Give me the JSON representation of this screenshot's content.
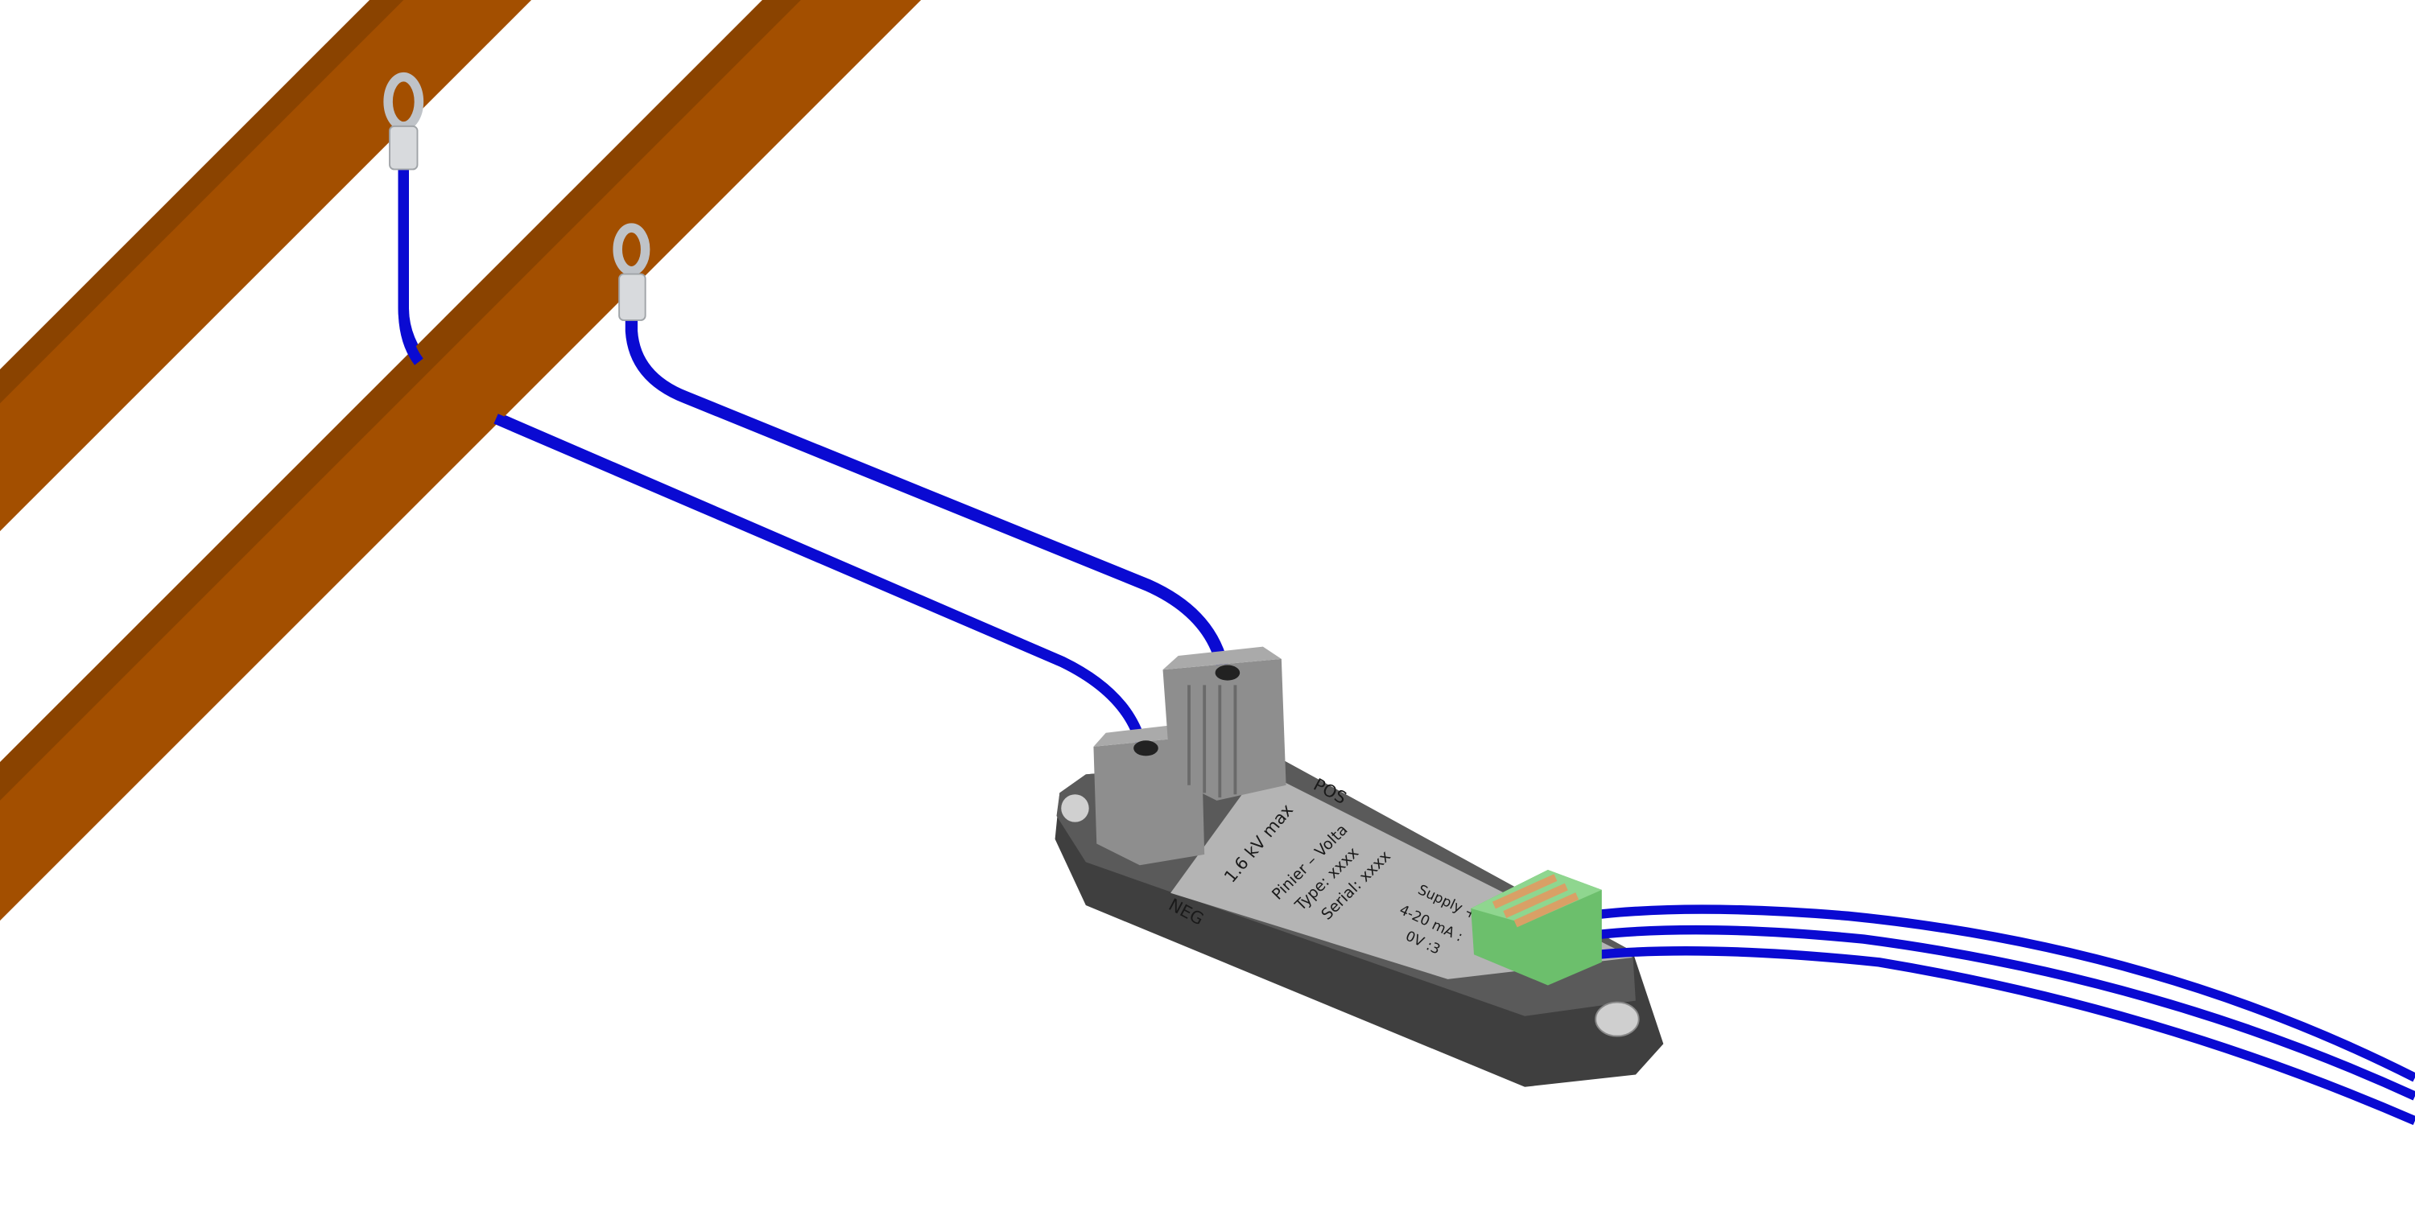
{
  "label": {
    "pos": "POS",
    "rating": "1.6 kV max",
    "neg": "NEG",
    "maker": "Pinier – Volta",
    "type": "Type: xxxx",
    "serial": "Serial: xxxx",
    "supply": "Supply +",
    "signal": "4-20 mA :",
    "ground": "0V :3"
  },
  "colors": {
    "beam_face": "#a34f00",
    "beam_side": "#8a4300",
    "wire": "#0a0ad2",
    "housing": "#5a5a5a",
    "label_plate": "#b4b4b4",
    "terminal": "#8e8e8e",
    "connector": "#6cbf6c",
    "lever": "#d9a066"
  }
}
